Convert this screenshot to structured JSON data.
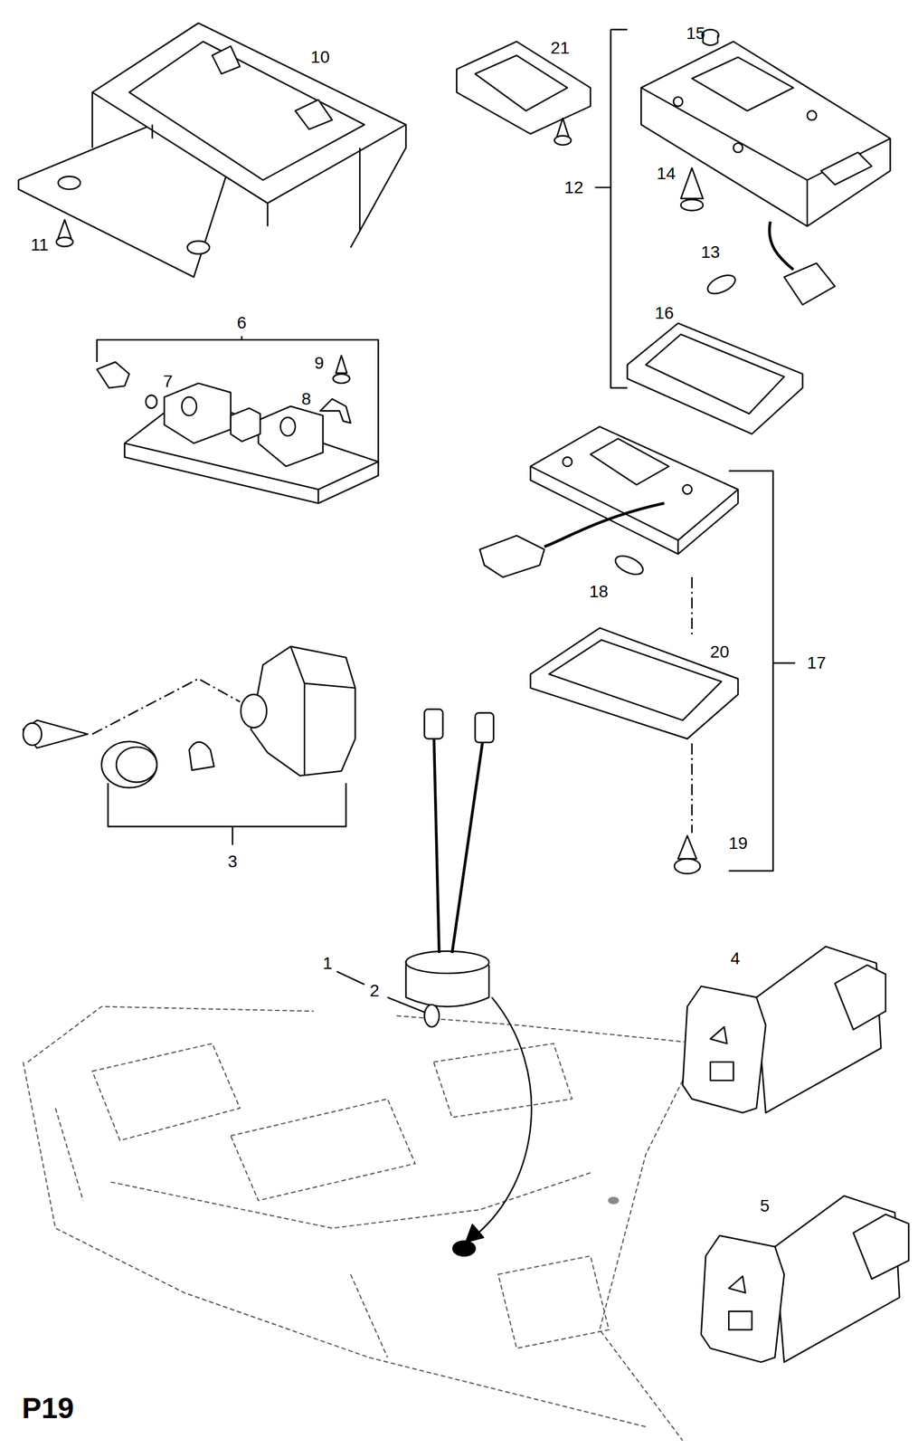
{
  "diagram": {
    "labels": [
      "15",
      "21",
      "10",
      "14",
      "12",
      "11",
      "13",
      "16",
      "6",
      "9",
      "7",
      "8",
      "18",
      "20",
      "17",
      "19",
      "3",
      "4",
      "1",
      "2",
      "5",
      "P19"
    ]
  }
}
